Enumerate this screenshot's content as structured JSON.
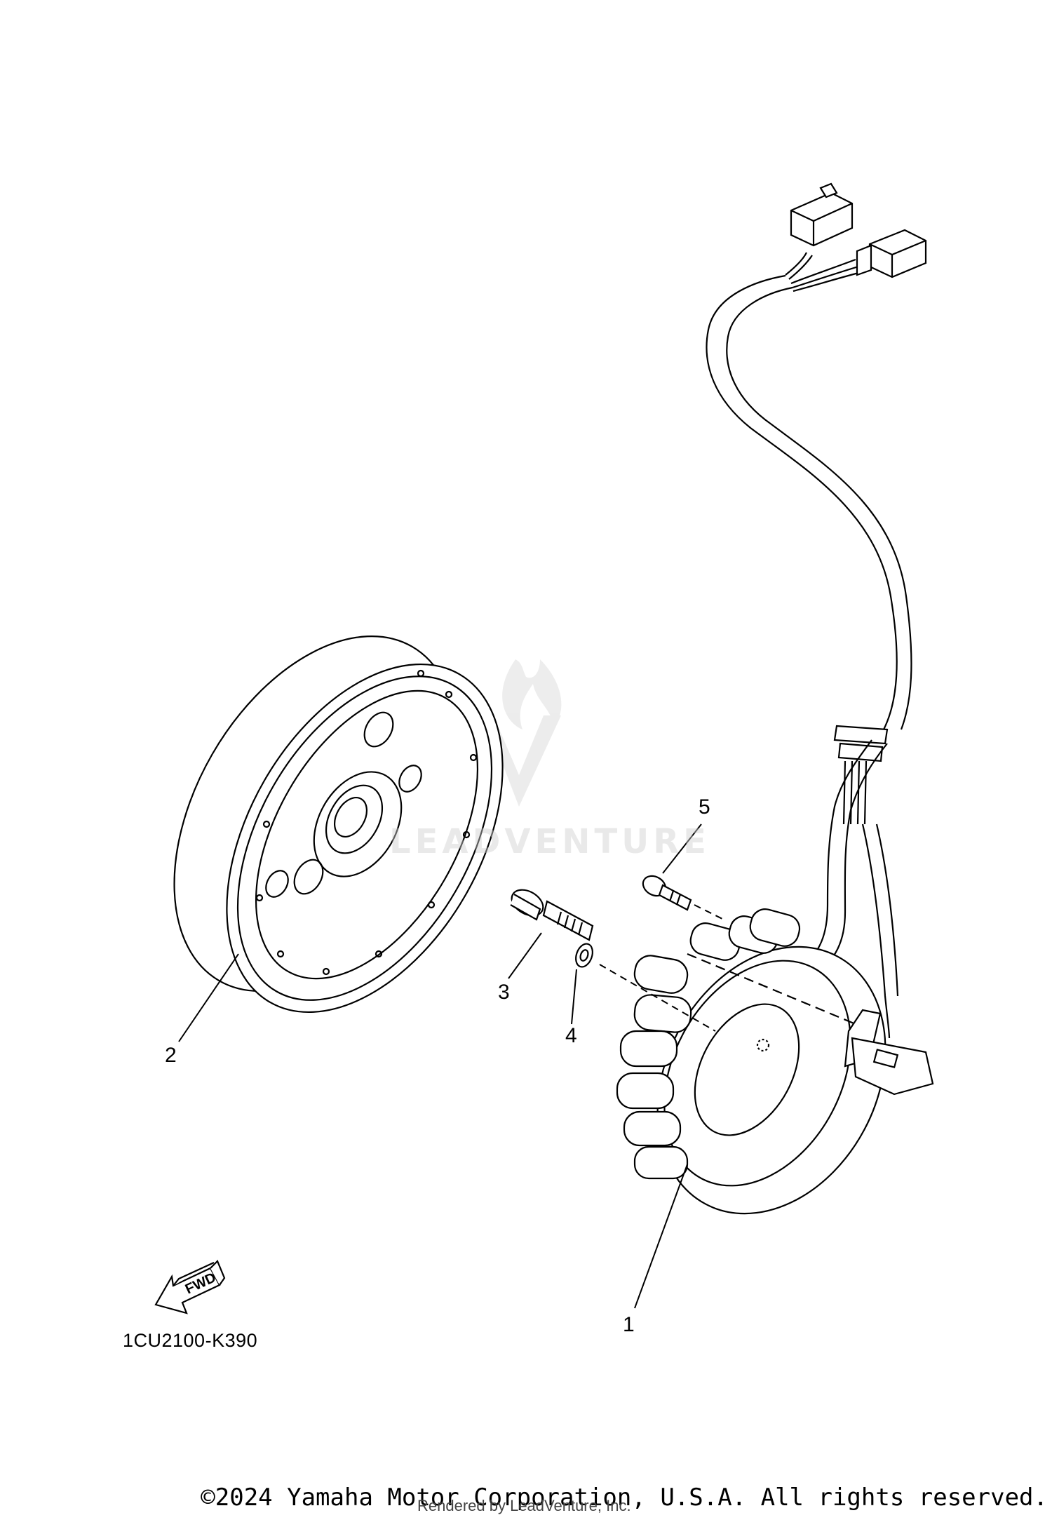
{
  "callouts": {
    "part_1": "1",
    "part_2": "2",
    "part_3": "3",
    "part_4": "4",
    "part_5": "5"
  },
  "fwd_label": "FWD",
  "diagram_code": "1CU2100-K390",
  "copyright": "©2024 Yamaha Motor Corporation, U.S.A. All rights reserved.",
  "rendered_by": "Rendered by LeadVenture, Inc.",
  "watermark": "LEADVENTURE",
  "colors": {
    "line": "#000000",
    "background": "#ffffff",
    "watermark": "#cfcfcf"
  }
}
